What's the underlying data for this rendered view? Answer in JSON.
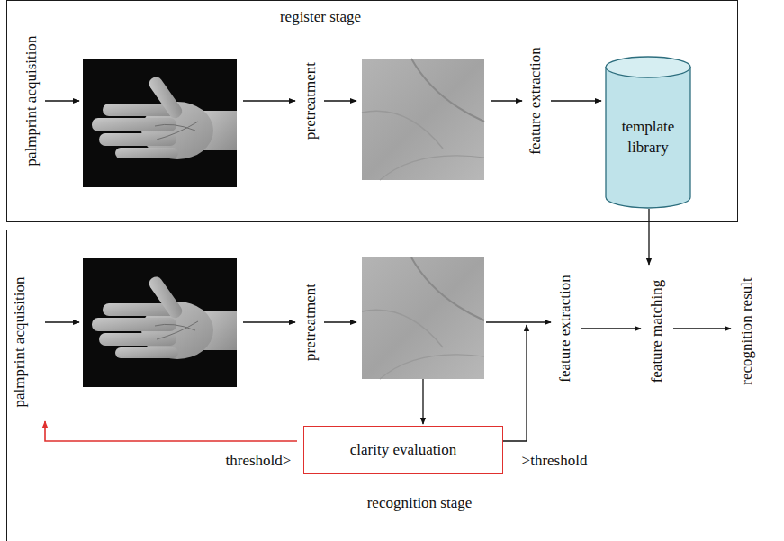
{
  "diagram": {
    "nodes": [
      {
        "text": [
          "register stage"
        ]
      },
      {
        "text": [
          "template library"
        ],
        "in": 0
      },
      {
        "text": [
          "recognition stage"
        ]
      },
      {
        "text": [
          "clarity evaluation"
        ],
        "in": 2
      }
    ],
    "labels": [
      "palmprint acquisition",
      "pretreatment",
      "feature extraction",
      "palmprint acquisition",
      "pretreatment",
      "feature extraction",
      "feature matching",
      "recognition result",
      "threshold>",
      ">threshold"
    ]
  }
}
